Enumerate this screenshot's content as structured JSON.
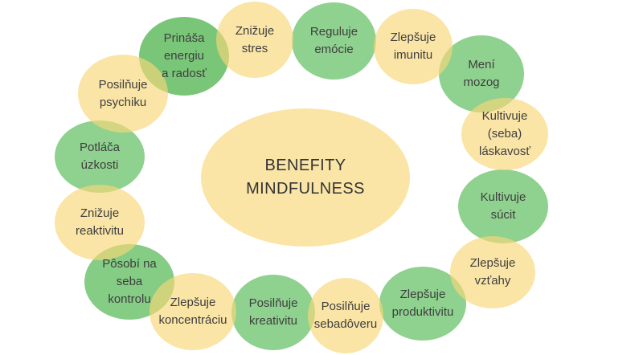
{
  "diagram": {
    "fill_opacity": 0.65,
    "text_color": "#3E3E3E",
    "title_color": "#343434",
    "palette": {
      "yellow": "#F7D778",
      "green": "#53B853",
      "green_dark": "#33A72F",
      "green_mid": "#44B044"
    },
    "center": {
      "label": "BENEFITY\nMINDFULNESS",
      "fill": "#F7D778"
    },
    "benefits": [
      {
        "id": "prinasa",
        "label": "Prináša\nenergiu\na radosť",
        "fill": "#33A72F"
      },
      {
        "id": "stres",
        "label": "Znižuje\nstres",
        "fill": "#F7D778"
      },
      {
        "id": "reguluje",
        "label": "Reguluje\nemócie",
        "fill": "#53B853"
      },
      {
        "id": "imunita",
        "label": "Zlepšuje\nimunitu",
        "fill": "#F7D778"
      },
      {
        "id": "mozog",
        "label": "Mení\nmozog",
        "fill": "#53B853"
      },
      {
        "id": "laskavost",
        "label": "Kultivuje\n(seba)\nláskavosť",
        "fill": "#F7D778"
      },
      {
        "id": "sucit",
        "label": "Kultivuje\nsúcit",
        "fill": "#53B853"
      },
      {
        "id": "vztahy",
        "label": "Zlepšuje\nvzťahy",
        "fill": "#F7D778"
      },
      {
        "id": "produktivita",
        "label": "Zlepšuje\nproduktivitu",
        "fill": "#53B853"
      },
      {
        "id": "sebadovera",
        "label": "Posilňuje\nsebadôveru",
        "fill": "#F7D778"
      },
      {
        "id": "kreativita",
        "label": "Posilňuje\nkreativitu",
        "fill": "#53B853"
      },
      {
        "id": "koncentracia",
        "label": "Zlepšuje\nkoncentráciu",
        "fill": "#F7D778"
      },
      {
        "id": "kontrola",
        "label": "Pôsobí na\nseba\nkontrolu",
        "fill": "#44B044"
      },
      {
        "id": "reaktivita",
        "label": "Znižuje\nreaktivitu",
        "fill": "#F7D778"
      },
      {
        "id": "uzkosti",
        "label": "Potláča\núzkosti",
        "fill": "#53B853"
      },
      {
        "id": "psychika",
        "label": "Posilňuje\npsychiku",
        "fill": "#F7D778"
      }
    ]
  }
}
